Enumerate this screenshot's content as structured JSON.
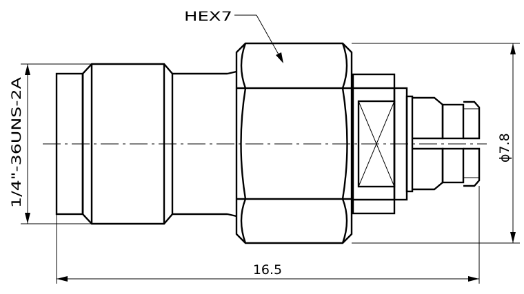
{
  "drawing": {
    "hex_label": "HEX7",
    "thread_label": "1/4\"-36UNS-2A",
    "diameter_label": "ϕ7.8",
    "length_label": "16.5"
  }
}
